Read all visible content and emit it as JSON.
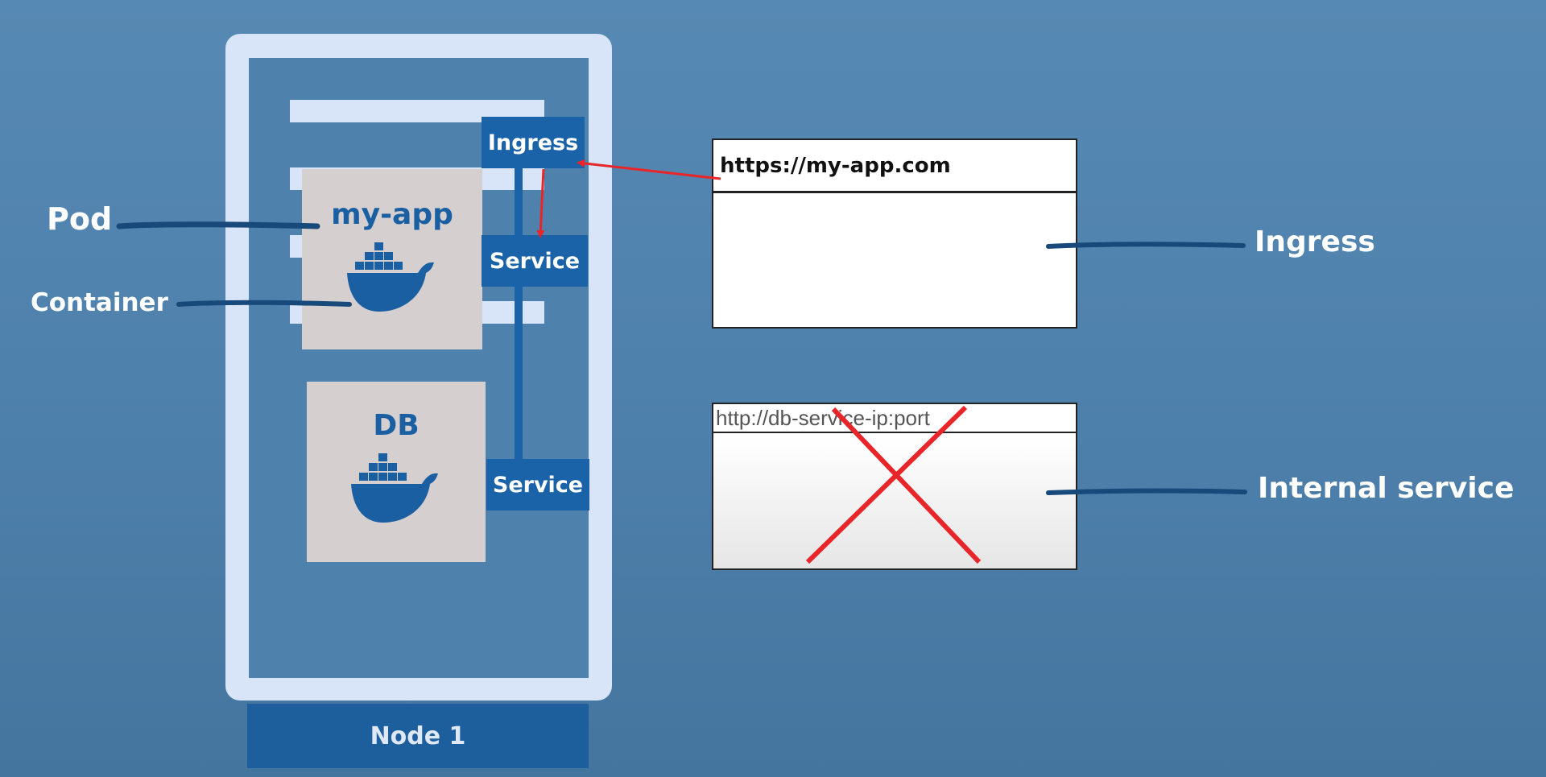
{
  "node": {
    "label": "Node 1"
  },
  "pods": {
    "app": {
      "title": "my-app"
    },
    "db": {
      "title": "DB"
    }
  },
  "components": {
    "ingress": "Ingress",
    "service_app": "Service",
    "service_db": "Service"
  },
  "browsers": {
    "ingress_url": "https://my-app.com",
    "internal_url": "http://db-service-ip:port"
  },
  "labels": {
    "pod": "Pod",
    "container": "Container",
    "ingress": "Ingress",
    "internal_service": "Internal service"
  },
  "colors": {
    "background": "#5689b3",
    "node_frame": "#d8e4f8",
    "k8s_blue": "#1a63a8",
    "pod_fill": "#d6cfcf",
    "arrow_red": "#e8262a",
    "callout_line": "#17497a"
  },
  "icons": {
    "container": "docker-whale-icon",
    "blocked": "red-x-cross-icon"
  }
}
